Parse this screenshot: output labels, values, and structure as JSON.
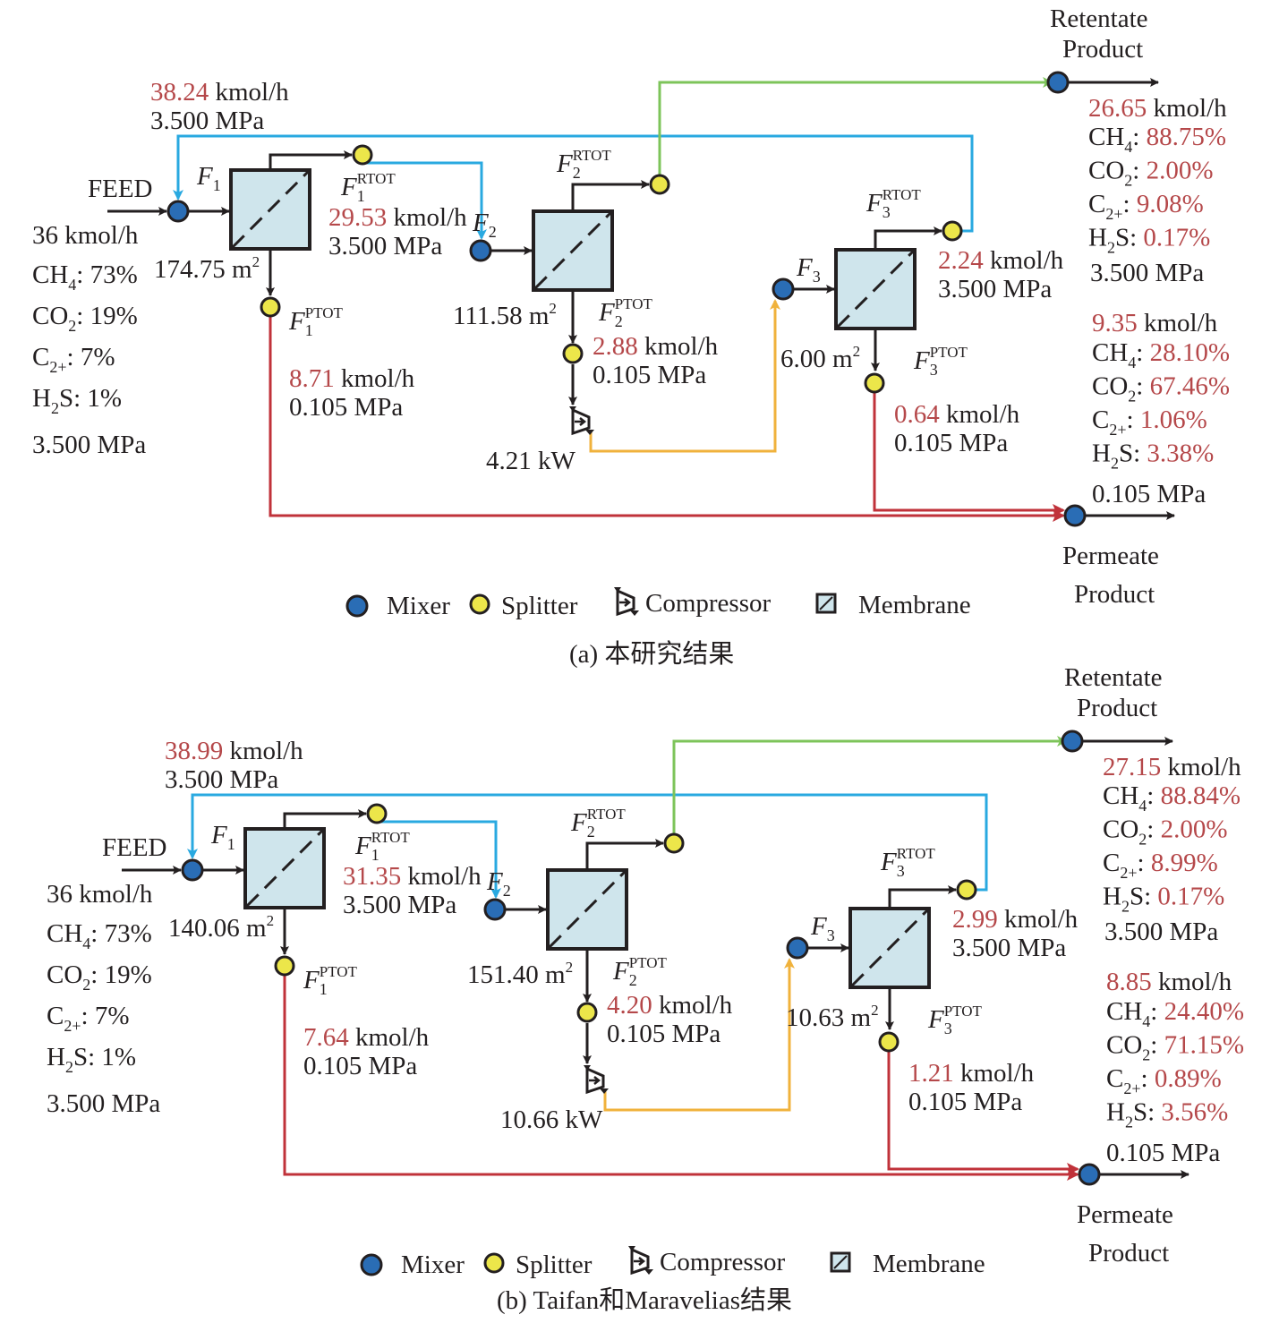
{
  "colors": {
    "mixer": "#2a6db5",
    "splitter": "#ece64a",
    "membrane_fill": "#cfe5ec",
    "recycle_line": "#29a9e0",
    "retentate_line": "#7dc45a",
    "permeate_line": "#c0323a",
    "compressor_line": "#f0b23c",
    "value_red": "#b5484a",
    "line_black": "#231f20"
  },
  "legend": {
    "mixer": "Mixer",
    "splitter": "Splitter",
    "compressor": "Compressor",
    "membrane": "Membrane"
  },
  "panels": [
    {
      "caption": "(a) 本研究结果",
      "feed": {
        "label": "FEED",
        "flow": "36 kmol/h",
        "composition": [
          {
            "species": "CH",
            "sub": "4",
            "value": "73%"
          },
          {
            "species": "CO",
            "sub": "2",
            "value": "19%"
          },
          {
            "species": "C",
            "sub": "2+",
            "value": "7%"
          },
          {
            "species": "H",
            "sub": "2",
            "suffix": "S",
            "value": "1%"
          }
        ],
        "pressure": "3.500 MPa"
      },
      "recycle": {
        "flow_value": "38.24",
        "flow_unit": " kmol/h",
        "pressure": "3.500 MPa"
      },
      "membranes": [
        {
          "name": "F",
          "index": "1",
          "area": "174.75 m",
          "area_sup": "2"
        },
        {
          "name": "F",
          "index": "2",
          "area": "111.58 m",
          "area_sup": "2"
        },
        {
          "name": "F",
          "index": "3",
          "area": "6.00 m",
          "area_sup": "2"
        }
      ],
      "streams": {
        "f1_rtot": {
          "label": "F",
          "sub": "1",
          "sup": "RTOT",
          "flow_value": "29.53",
          "flow_unit": " kmol/h",
          "pressure": "3.500 MPa"
        },
        "f1_ptot": {
          "label": "F",
          "sub": "1",
          "sup": "PTOT",
          "flow_value": "8.71",
          "flow_unit": " kmol/h",
          "pressure": "0.105 MPa"
        },
        "f2_rtot": {
          "label": "F",
          "sub": "2",
          "sup": "RTOT"
        },
        "f2_ptot": {
          "label": "F",
          "sub": "2",
          "sup": "PTOT",
          "flow_value": "2.88",
          "flow_unit": " kmol/h",
          "pressure": "0.105 MPa"
        },
        "f3_rtot": {
          "label": "F",
          "sub": "3",
          "sup": "RTOT",
          "flow_value": "2.24",
          "flow_unit": " kmol/h",
          "pressure": "3.500 MPa"
        },
        "f3_ptot": {
          "label": "F",
          "sub": "3",
          "sup": "PTOT",
          "flow_value": "0.64",
          "flow_unit": " kmol/h",
          "pressure": "0.105 MPa"
        }
      },
      "compressor": {
        "power": "4.21 kW"
      },
      "retentate": {
        "title_line1": "Retentate",
        "title_line2": "Product",
        "flow_value": "26.65",
        "flow_unit": " kmol/h",
        "composition": [
          {
            "species": "CH",
            "sub": "4",
            "value": "88.75%"
          },
          {
            "species": "CO",
            "sub": "2",
            "value": "2.00%"
          },
          {
            "species": "C",
            "sub": "2+",
            "value": "9.08%"
          },
          {
            "species": "H",
            "sub": "2",
            "suffix": "S",
            "value": "0.17%"
          }
        ],
        "pressure": "3.500 MPa"
      },
      "permeate": {
        "title_line1": "Permeate",
        "title_line2": "Product",
        "flow_value": "9.35",
        "flow_unit": " kmol/h",
        "composition": [
          {
            "species": "CH",
            "sub": "4",
            "value": "28.10%"
          },
          {
            "species": "CO",
            "sub": "2",
            "value": "67.46%"
          },
          {
            "species": "C",
            "sub": "2+",
            "value": "1.06%"
          },
          {
            "species": "H",
            "sub": "2",
            "suffix": "S",
            "value": "3.38%"
          }
        ],
        "pressure": "0.105 MPa"
      }
    },
    {
      "caption": "(b) Taifan和Maravelias结果",
      "feed": {
        "label": "FEED",
        "flow": "36 kmol/h",
        "composition": [
          {
            "species": "CH",
            "sub": "4",
            "value": "73%"
          },
          {
            "species": "CO",
            "sub": "2",
            "value": "19%"
          },
          {
            "species": "C",
            "sub": "2+",
            "value": "7%"
          },
          {
            "species": "H",
            "sub": "2",
            "suffix": "S",
            "value": "1%"
          }
        ],
        "pressure": "3.500 MPa"
      },
      "recycle": {
        "flow_value": "38.99",
        "flow_unit": " kmol/h",
        "pressure": "3.500 MPa"
      },
      "membranes": [
        {
          "name": "F",
          "index": "1",
          "area": "140.06 m",
          "area_sup": "2"
        },
        {
          "name": "F",
          "index": "2",
          "area": "151.40 m",
          "area_sup": "2"
        },
        {
          "name": "F",
          "index": "3",
          "area": "10.63 m",
          "area_sup": "2"
        }
      ],
      "streams": {
        "f1_rtot": {
          "label": "F",
          "sub": "1",
          "sup": "RTOT",
          "flow_value": "31.35",
          "flow_unit": " kmol/h",
          "pressure": "3.500 MPa"
        },
        "f1_ptot": {
          "label": "F",
          "sub": "1",
          "sup": "PTOT",
          "flow_value": "7.64",
          "flow_unit": " kmol/h",
          "pressure": "0.105 MPa"
        },
        "f2_rtot": {
          "label": "F",
          "sub": "2",
          "sup": "RTOT"
        },
        "f2_ptot": {
          "label": "F",
          "sub": "2",
          "sup": "PTOT",
          "flow_value": "4.20",
          "flow_unit": " kmol/h",
          "pressure": "0.105 MPa"
        },
        "f3_rtot": {
          "label": "F",
          "sub": "3",
          "sup": "RTOT",
          "flow_value": "2.99",
          "flow_unit": " kmol/h",
          "pressure": "3.500 MPa"
        },
        "f3_ptot": {
          "label": "F",
          "sub": "3",
          "sup": "PTOT",
          "flow_value": "1.21",
          "flow_unit": " kmol/h",
          "pressure": "0.105 MPa"
        }
      },
      "compressor": {
        "power": "10.66 kW"
      },
      "retentate": {
        "title_line1": "Retentate",
        "title_line2": "Product",
        "flow_value": "27.15",
        "flow_unit": " kmol/h",
        "composition": [
          {
            "species": "CH",
            "sub": "4",
            "value": "88.84%"
          },
          {
            "species": "CO",
            "sub": "2",
            "value": "2.00%"
          },
          {
            "species": "C",
            "sub": "2+",
            "value": "8.99%"
          },
          {
            "species": "H",
            "sub": "2",
            "suffix": "S",
            "value": "0.17%"
          }
        ],
        "pressure": "3.500 MPa"
      },
      "permeate": {
        "title_line1": "Permeate",
        "title_line2": "Product",
        "flow_value": "8.85",
        "flow_unit": " kmol/h",
        "composition": [
          {
            "species": "CH",
            "sub": "4",
            "value": "24.40%"
          },
          {
            "species": "CO",
            "sub": "2",
            "value": "71.15%"
          },
          {
            "species": "C",
            "sub": "2+",
            "value": "0.89%"
          },
          {
            "species": "H",
            "sub": "2",
            "suffix": "S",
            "value": "3.56%"
          }
        ],
        "pressure": "0.105 MPa"
      }
    }
  ]
}
